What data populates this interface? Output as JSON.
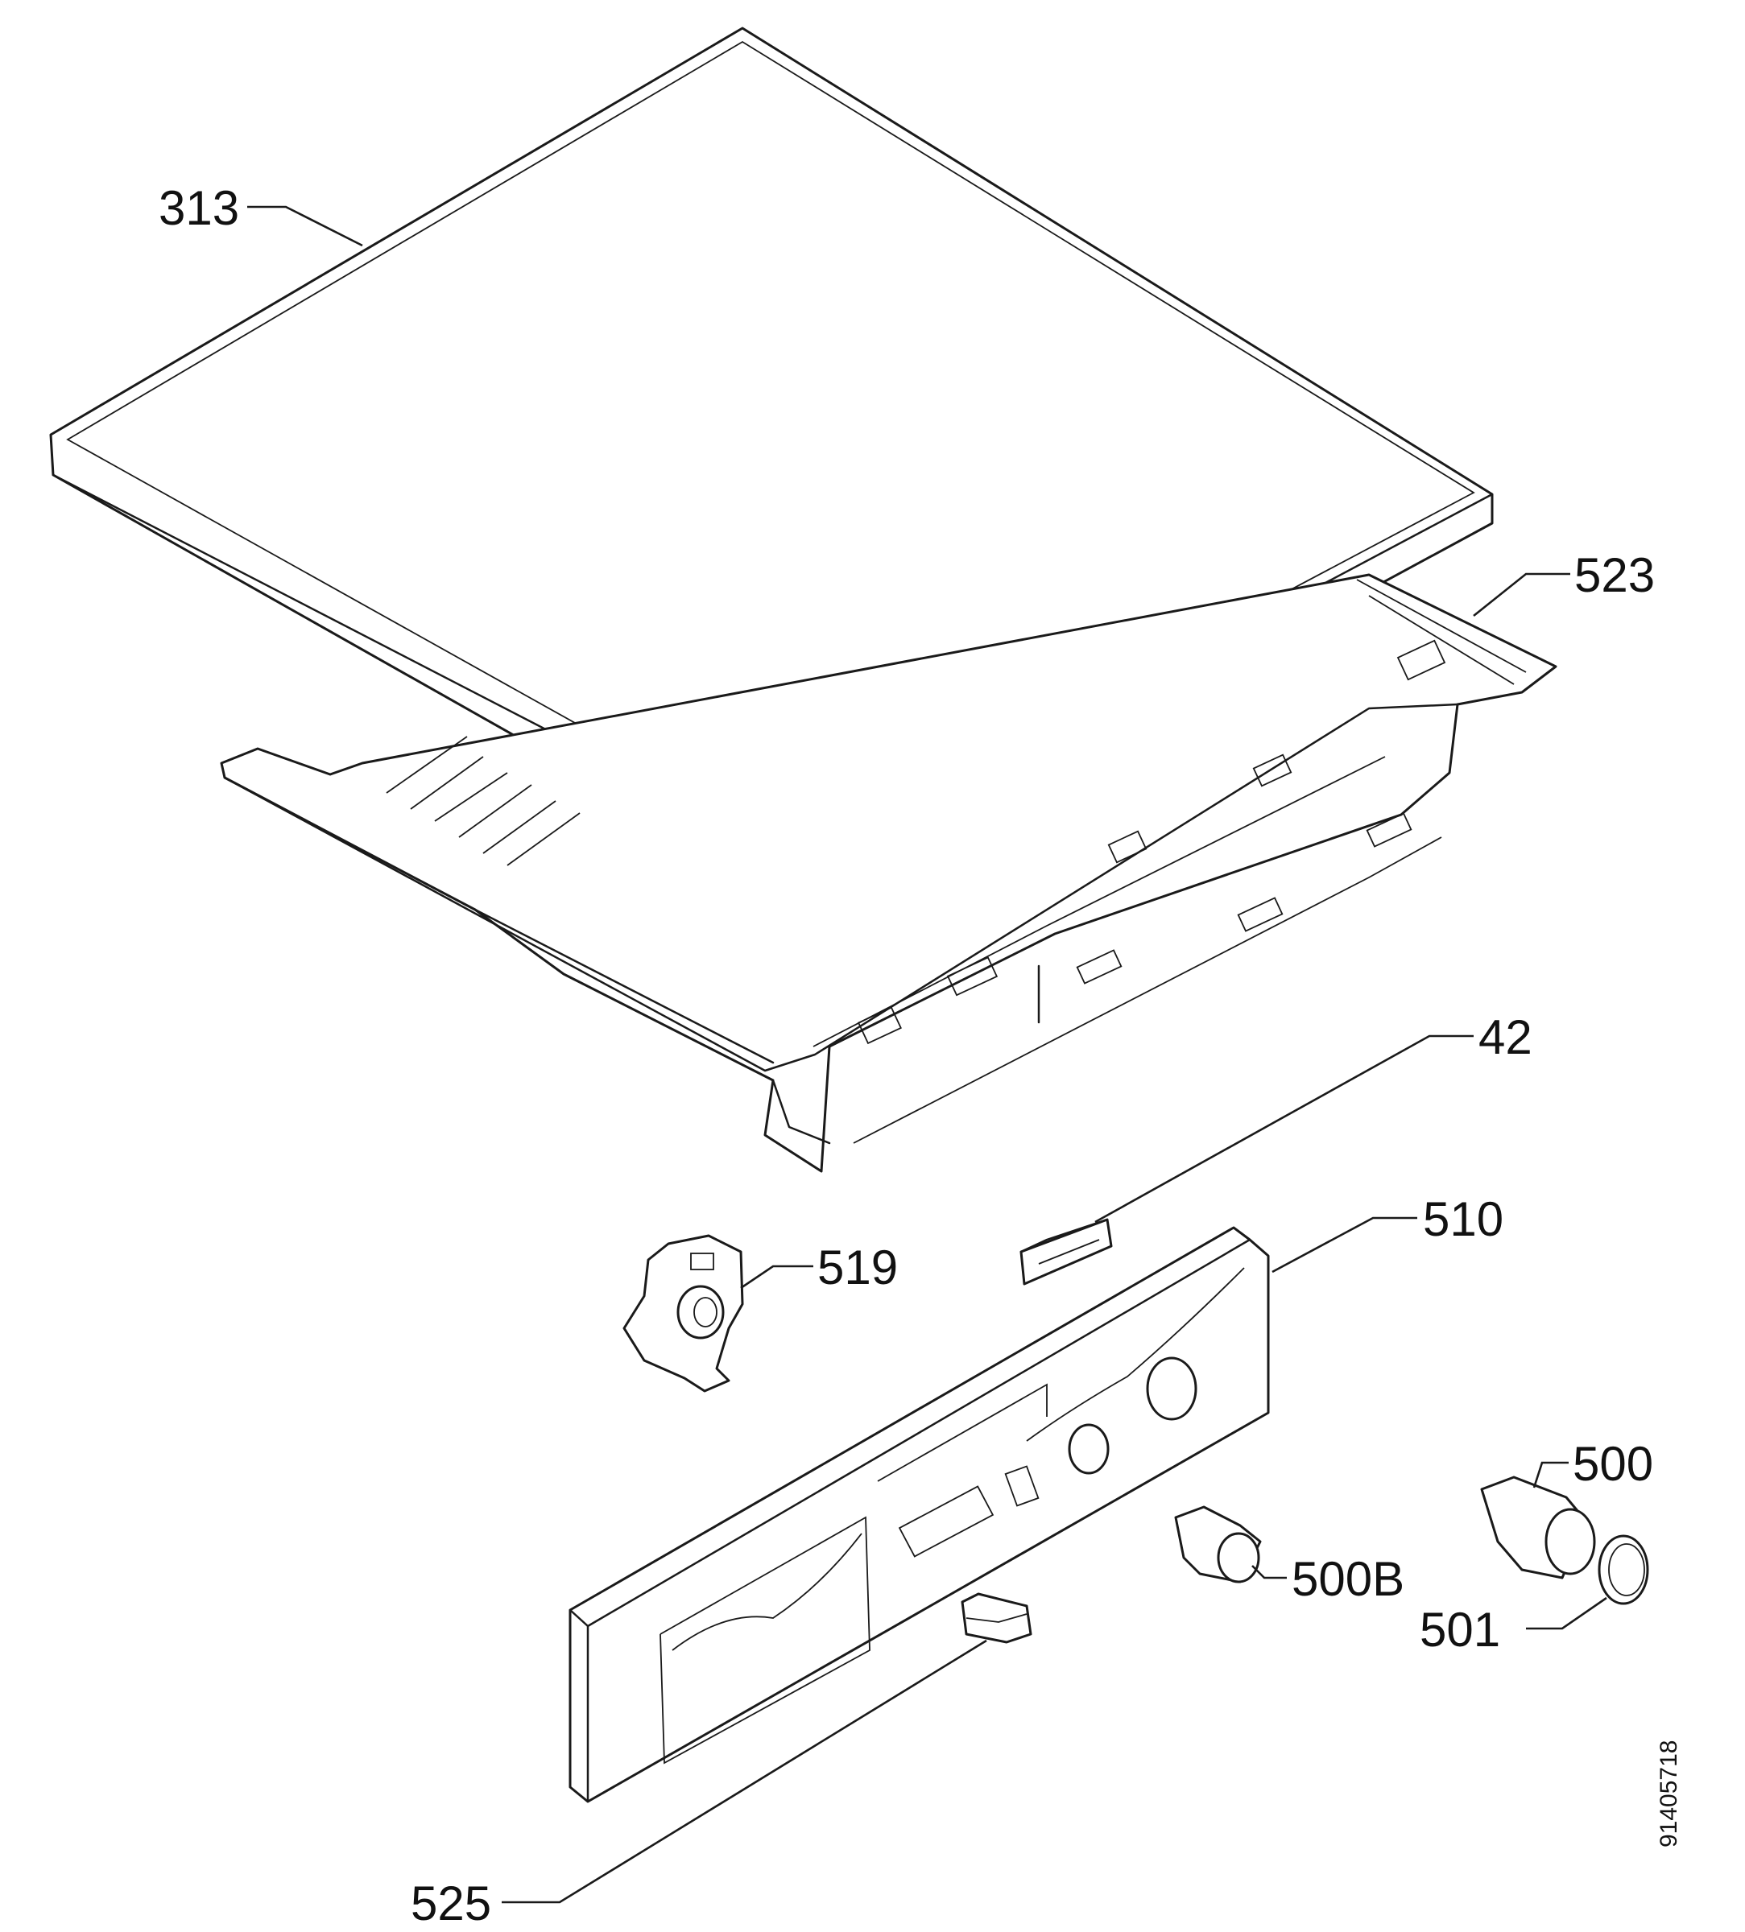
{
  "callouts": {
    "cover": "313",
    "control_panel_frame": "523",
    "part_42": "42",
    "fascia_panel": "510",
    "part_519": "519",
    "knob": "500",
    "knob_b": "500B",
    "knob_cap": "501",
    "switch": "525"
  },
  "document_number": "91405718",
  "colors": {
    "line": "#1a1a1a",
    "background": "#ffffff"
  }
}
